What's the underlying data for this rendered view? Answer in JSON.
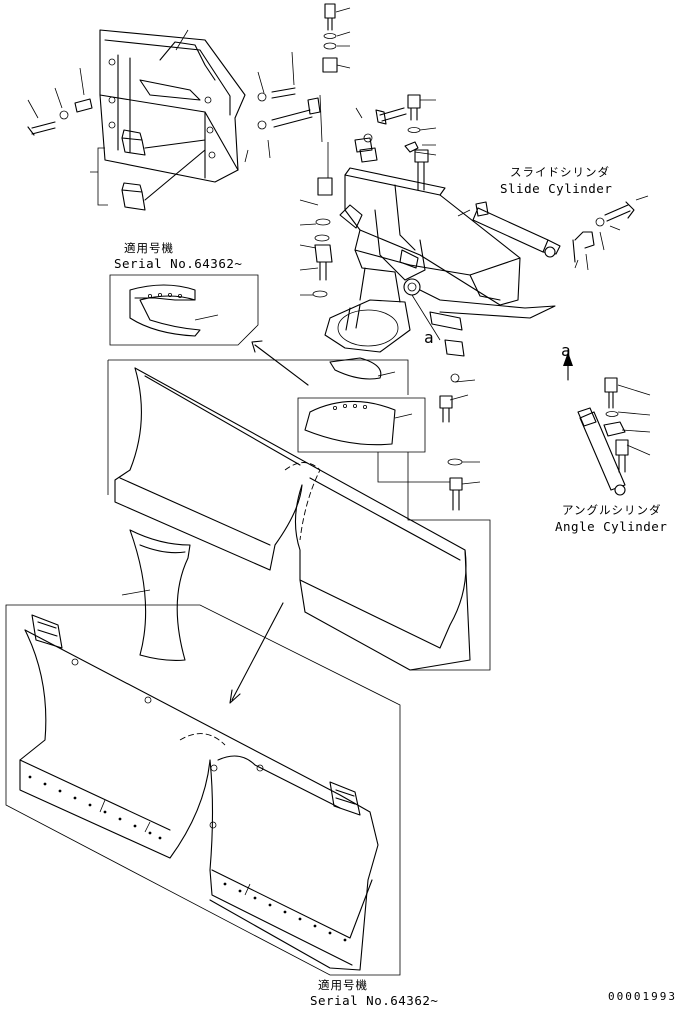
{
  "labels": {
    "slide_cylinder_jp": "スライドシリンダ",
    "slide_cylinder_en": "Slide Cylinder",
    "angle_cylinder_jp": "アングルシリンダ",
    "angle_cylinder_en": "Angle Cylinder",
    "serial_top_jp": "適用号機",
    "serial_top_en": "Serial No.64362~",
    "serial_bottom_jp": "適用号機",
    "serial_bottom_en": "Serial No.64362~",
    "view_marker_main": "a",
    "view_marker_detail": "a",
    "drawing_id": "00001993"
  }
}
